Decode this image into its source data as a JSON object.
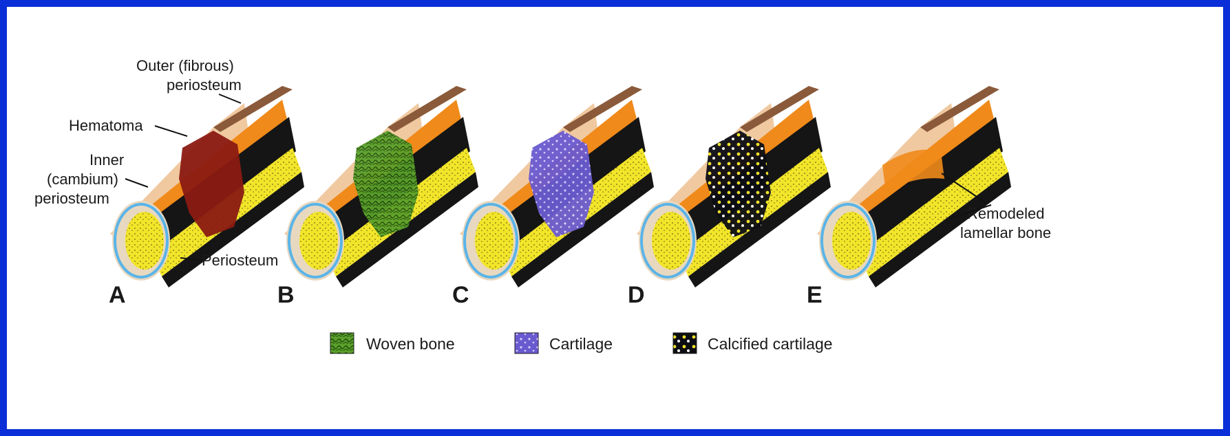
{
  "labels": {
    "outer_periosteum_line1": "Outer (fibrous)",
    "outer_periosteum_line2": "periosteum",
    "hematoma": "Hematoma",
    "inner_periosteum_line1": "Inner",
    "inner_periosteum_line2": "(cambium)",
    "inner_periosteum_line3": "periosteum",
    "periosteum": "Periosteum",
    "remodeled_line1": "Remodeled",
    "remodeled_line2": "lamellar bone"
  },
  "panels": [
    "A",
    "B",
    "C",
    "D",
    "E"
  ],
  "legend": [
    {
      "label": "Woven bone",
      "icon": "woven-bone-swatch",
      "color": "#5a9a2a"
    },
    {
      "label": "Cartilage",
      "icon": "cartilage-swatch",
      "color": "#6a5ad0"
    },
    {
      "label": "Calcified cartilage",
      "icon": "calcified-cartilage-swatch",
      "color": "#0d0d14"
    }
  ],
  "colors": {
    "frame": "#0a2fd8",
    "skin": "#f0c9a0",
    "outer_periosteum": "#8a5a3a",
    "orange_layer": "#f08a1a",
    "cortex": "#151515",
    "marrow": "#f2e52a",
    "blue_ring": "#5ab4e8",
    "hematoma": "#8a1a12"
  }
}
